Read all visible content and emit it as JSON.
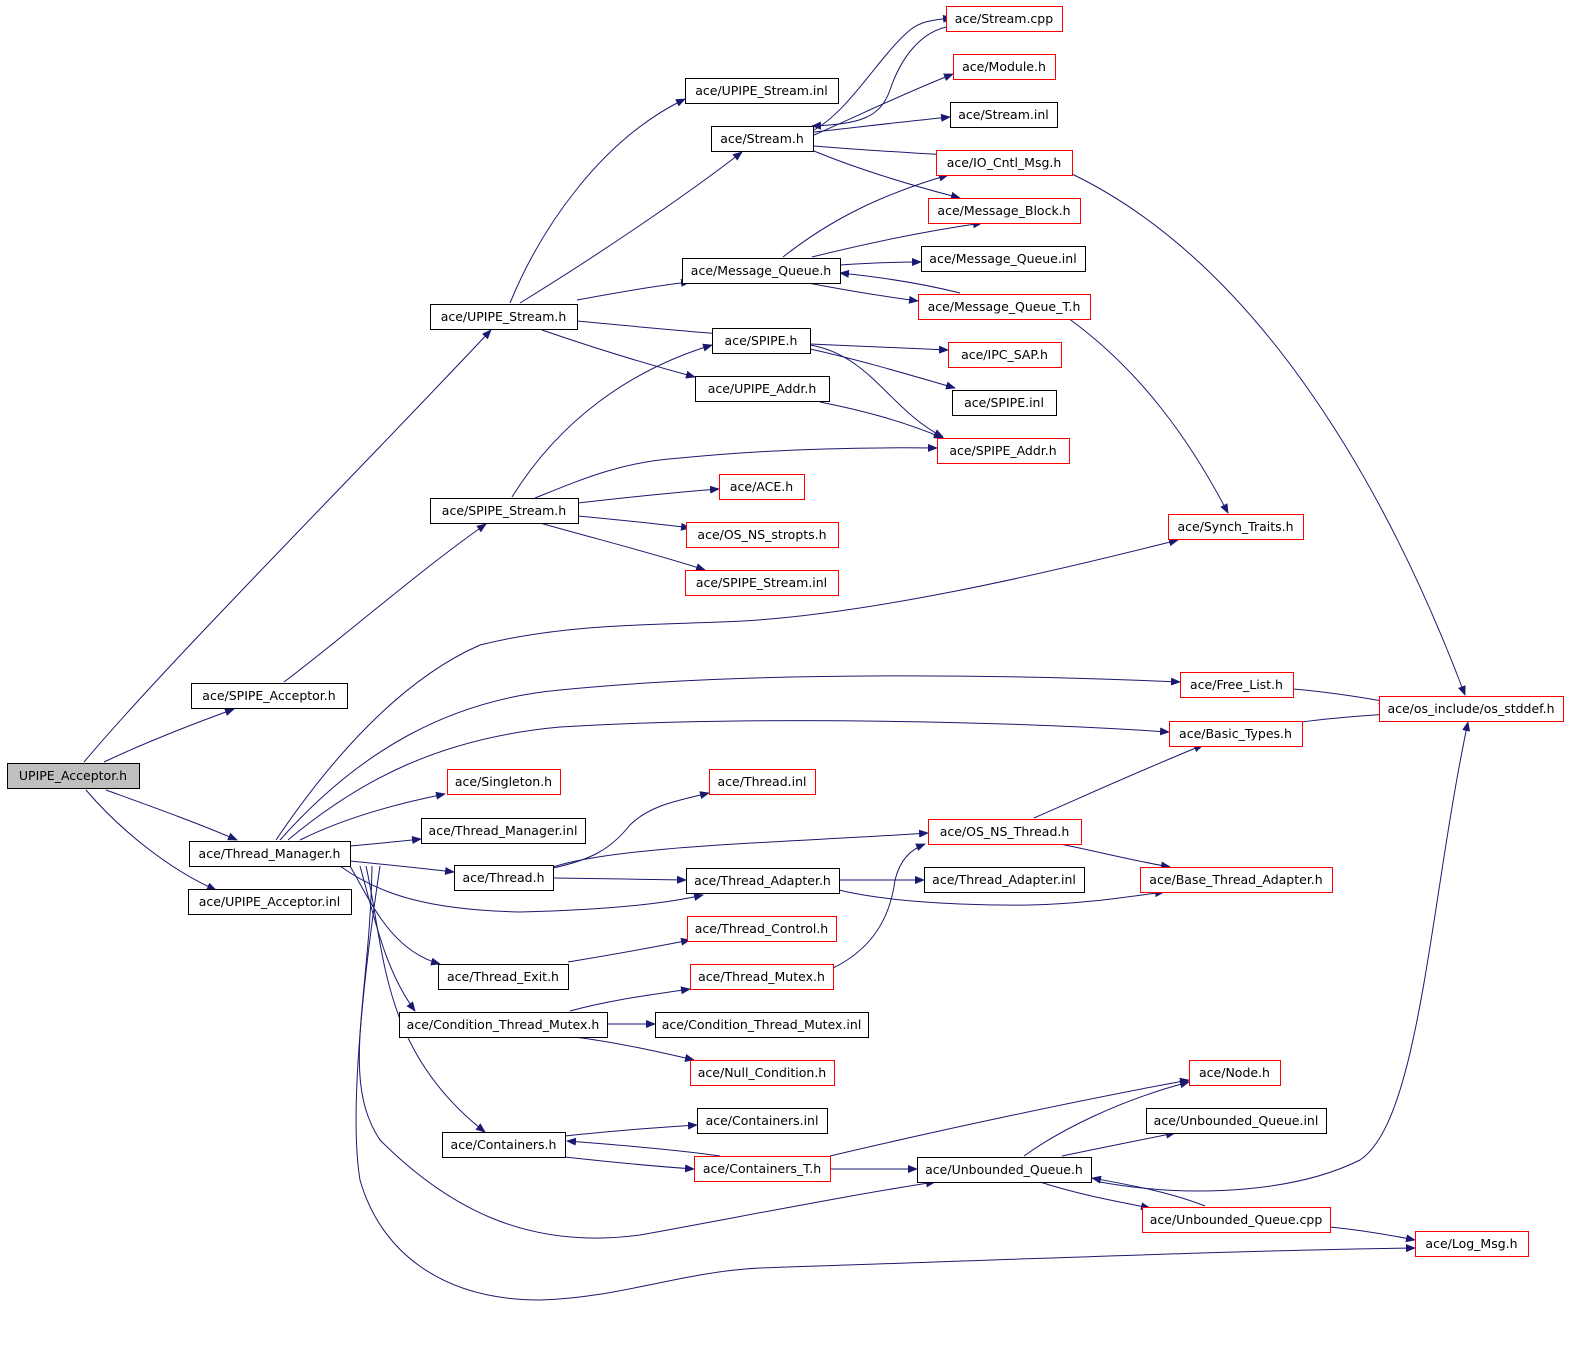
{
  "diagram": {
    "type": "include-dependency-graph",
    "colors": {
      "root_fill": "#bfbfbf",
      "documented_border": "#000000",
      "undocumented_border": "#ff0000",
      "edge": "#191970",
      "background": "#ffffff"
    },
    "nodes": [
      {
        "id": "root",
        "label": "UPIPE_Acceptor.h",
        "kind": "root"
      },
      {
        "id": "spipe_acceptor_h",
        "label": "ace/SPIPE_Acceptor.h",
        "kind": "documented"
      },
      {
        "id": "thread_manager_h",
        "label": "ace/Thread_Manager.h",
        "kind": "documented"
      },
      {
        "id": "upipe_acceptor_inl",
        "label": "ace/UPIPE_Acceptor.inl",
        "kind": "documented"
      },
      {
        "id": "upipe_stream_h",
        "label": "ace/UPIPE_Stream.h",
        "kind": "documented"
      },
      {
        "id": "spipe_stream_h",
        "label": "ace/SPIPE_Stream.h",
        "kind": "documented"
      },
      {
        "id": "upipe_stream_inl",
        "label": "ace/UPIPE_Stream.inl",
        "kind": "documented"
      },
      {
        "id": "stream_h",
        "label": "ace/Stream.h",
        "kind": "documented"
      },
      {
        "id": "message_queue_h",
        "label": "ace/Message_Queue.h",
        "kind": "documented"
      },
      {
        "id": "spipe_h",
        "label": "ace/SPIPE.h",
        "kind": "documented"
      },
      {
        "id": "upipe_addr_h",
        "label": "ace/UPIPE_Addr.h",
        "kind": "documented"
      },
      {
        "id": "ace_h",
        "label": "ace/ACE.h",
        "kind": "undocumented"
      },
      {
        "id": "os_ns_stropts_h",
        "label": "ace/OS_NS_stropts.h",
        "kind": "undocumented"
      },
      {
        "id": "spipe_stream_inl",
        "label": "ace/SPIPE_Stream.inl",
        "kind": "undocumented"
      },
      {
        "id": "stream_cpp",
        "label": "ace/Stream.cpp",
        "kind": "undocumented"
      },
      {
        "id": "module_h",
        "label": "ace/Module.h",
        "kind": "undocumented"
      },
      {
        "id": "stream_inl",
        "label": "ace/Stream.inl",
        "kind": "documented"
      },
      {
        "id": "io_cntl_msg_h",
        "label": "ace/IO_Cntl_Msg.h",
        "kind": "undocumented"
      },
      {
        "id": "message_block_h",
        "label": "ace/Message_Block.h",
        "kind": "undocumented"
      },
      {
        "id": "message_queue_inl",
        "label": "ace/Message_Queue.inl",
        "kind": "documented"
      },
      {
        "id": "message_queue_t_h",
        "label": "ace/Message_Queue_T.h",
        "kind": "undocumented"
      },
      {
        "id": "ipc_sap_h",
        "label": "ace/IPC_SAP.h",
        "kind": "undocumented"
      },
      {
        "id": "spipe_inl",
        "label": "ace/SPIPE.inl",
        "kind": "documented"
      },
      {
        "id": "spipe_addr_h",
        "label": "ace/SPIPE_Addr.h",
        "kind": "undocumented"
      },
      {
        "id": "synch_traits_h",
        "label": "ace/Synch_Traits.h",
        "kind": "undocumented"
      },
      {
        "id": "free_list_h",
        "label": "ace/Free_List.h",
        "kind": "undocumented"
      },
      {
        "id": "os_stddef_h",
        "label": "ace/os_include/os_stddef.h",
        "kind": "undocumented"
      },
      {
        "id": "basic_types_h",
        "label": "ace/Basic_Types.h",
        "kind": "undocumented"
      },
      {
        "id": "singleton_h",
        "label": "ace/Singleton.h",
        "kind": "undocumented"
      },
      {
        "id": "thread_inl",
        "label": "ace/Thread.inl",
        "kind": "undocumented"
      },
      {
        "id": "thread_manager_inl",
        "label": "ace/Thread_Manager.inl",
        "kind": "documented"
      },
      {
        "id": "os_ns_thread_h",
        "label": "ace/OS_NS_Thread.h",
        "kind": "undocumented"
      },
      {
        "id": "thread_h",
        "label": "ace/Thread.h",
        "kind": "documented"
      },
      {
        "id": "thread_adapter_h",
        "label": "ace/Thread_Adapter.h",
        "kind": "documented"
      },
      {
        "id": "thread_adapter_inl",
        "label": "ace/Thread_Adapter.inl",
        "kind": "documented"
      },
      {
        "id": "base_thread_adapter_h",
        "label": "ace/Base_Thread_Adapter.h",
        "kind": "undocumented"
      },
      {
        "id": "thread_control_h",
        "label": "ace/Thread_Control.h",
        "kind": "undocumented"
      },
      {
        "id": "thread_exit_h",
        "label": "ace/Thread_Exit.h",
        "kind": "documented"
      },
      {
        "id": "thread_mutex_h",
        "label": "ace/Thread_Mutex.h",
        "kind": "undocumented"
      },
      {
        "id": "condition_thread_mutex_h",
        "label": "ace/Condition_Thread_Mutex.h",
        "kind": "documented"
      },
      {
        "id": "condition_thread_mutex_inl",
        "label": "ace/Condition_Thread_Mutex.inl",
        "kind": "documented"
      },
      {
        "id": "null_condition_h",
        "label": "ace/Null_Condition.h",
        "kind": "undocumented"
      },
      {
        "id": "node_h",
        "label": "ace/Node.h",
        "kind": "undocumented"
      },
      {
        "id": "unbounded_queue_inl",
        "label": "ace/Unbounded_Queue.inl",
        "kind": "documented"
      },
      {
        "id": "containers_inl",
        "label": "ace/Containers.inl",
        "kind": "documented"
      },
      {
        "id": "containers_h",
        "label": "ace/Containers.h",
        "kind": "documented"
      },
      {
        "id": "containers_t_h",
        "label": "ace/Containers_T.h",
        "kind": "undocumented"
      },
      {
        "id": "unbounded_queue_h",
        "label": "ace/Unbounded_Queue.h",
        "kind": "documented"
      },
      {
        "id": "unbounded_queue_cpp",
        "label": "ace/Unbounded_Queue.cpp",
        "kind": "undocumented"
      },
      {
        "id": "log_msg_h",
        "label": "ace/Log_Msg.h",
        "kind": "undocumented"
      }
    ]
  }
}
